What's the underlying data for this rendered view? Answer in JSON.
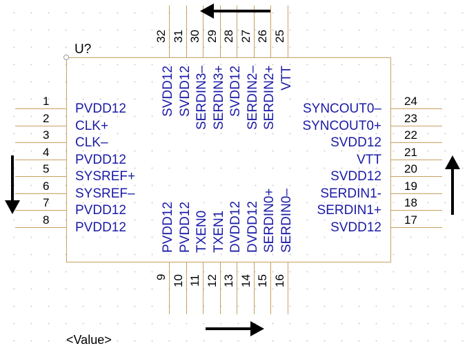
{
  "component": {
    "designator": "U?",
    "value": "<Value>"
  },
  "left_pins": [
    {
      "num": "1",
      "name": "PVDD12"
    },
    {
      "num": "2",
      "name": "CLK+"
    },
    {
      "num": "3",
      "name": "CLK–"
    },
    {
      "num": "4",
      "name": "PVDD12"
    },
    {
      "num": "5",
      "name": "SYSREF+"
    },
    {
      "num": "6",
      "name": "SYSREF–"
    },
    {
      "num": "7",
      "name": "PVDD12"
    },
    {
      "num": "8",
      "name": "PVDD12"
    }
  ],
  "bottom_pins": [
    {
      "num": "9",
      "name": "PVDD12"
    },
    {
      "num": "10",
      "name": "PVDD12"
    },
    {
      "num": "11",
      "name": "TXEN0"
    },
    {
      "num": "12",
      "name": "TXEN1"
    },
    {
      "num": "13",
      "name": "DVDD12"
    },
    {
      "num": "14",
      "name": "DVDD12"
    },
    {
      "num": "15",
      "name": "SERDIN0+"
    },
    {
      "num": "16",
      "name": "SERDIN0–"
    }
  ],
  "right_pins": [
    {
      "num": "24",
      "name": "SYNCOUT0–"
    },
    {
      "num": "23",
      "name": "SYNCOUT0+"
    },
    {
      "num": "22",
      "name": "SVDD12"
    },
    {
      "num": "21",
      "name": "VTT"
    },
    {
      "num": "20",
      "name": "SVDD12"
    },
    {
      "num": "19",
      "name": "SERDIN1-"
    },
    {
      "num": "18",
      "name": "SERDIN1+"
    },
    {
      "num": "17",
      "name": "SVDD12"
    }
  ],
  "top_pins": [
    {
      "num": "32",
      "name": "SVDD12"
    },
    {
      "num": "31",
      "name": "SVDD12"
    },
    {
      "num": "30",
      "name": "SERDIN3–"
    },
    {
      "num": "29",
      "name": "SERDIN3+"
    },
    {
      "num": "28",
      "name": "SVDD12"
    },
    {
      "num": "27",
      "name": "SERDIN2–"
    },
    {
      "num": "26",
      "name": "SERDIN2+"
    },
    {
      "num": "25",
      "name": "VTT"
    }
  ],
  "colors": {
    "pin_name": "#1a1aa6",
    "outline": "#c8a060",
    "arrow": "#000000"
  }
}
